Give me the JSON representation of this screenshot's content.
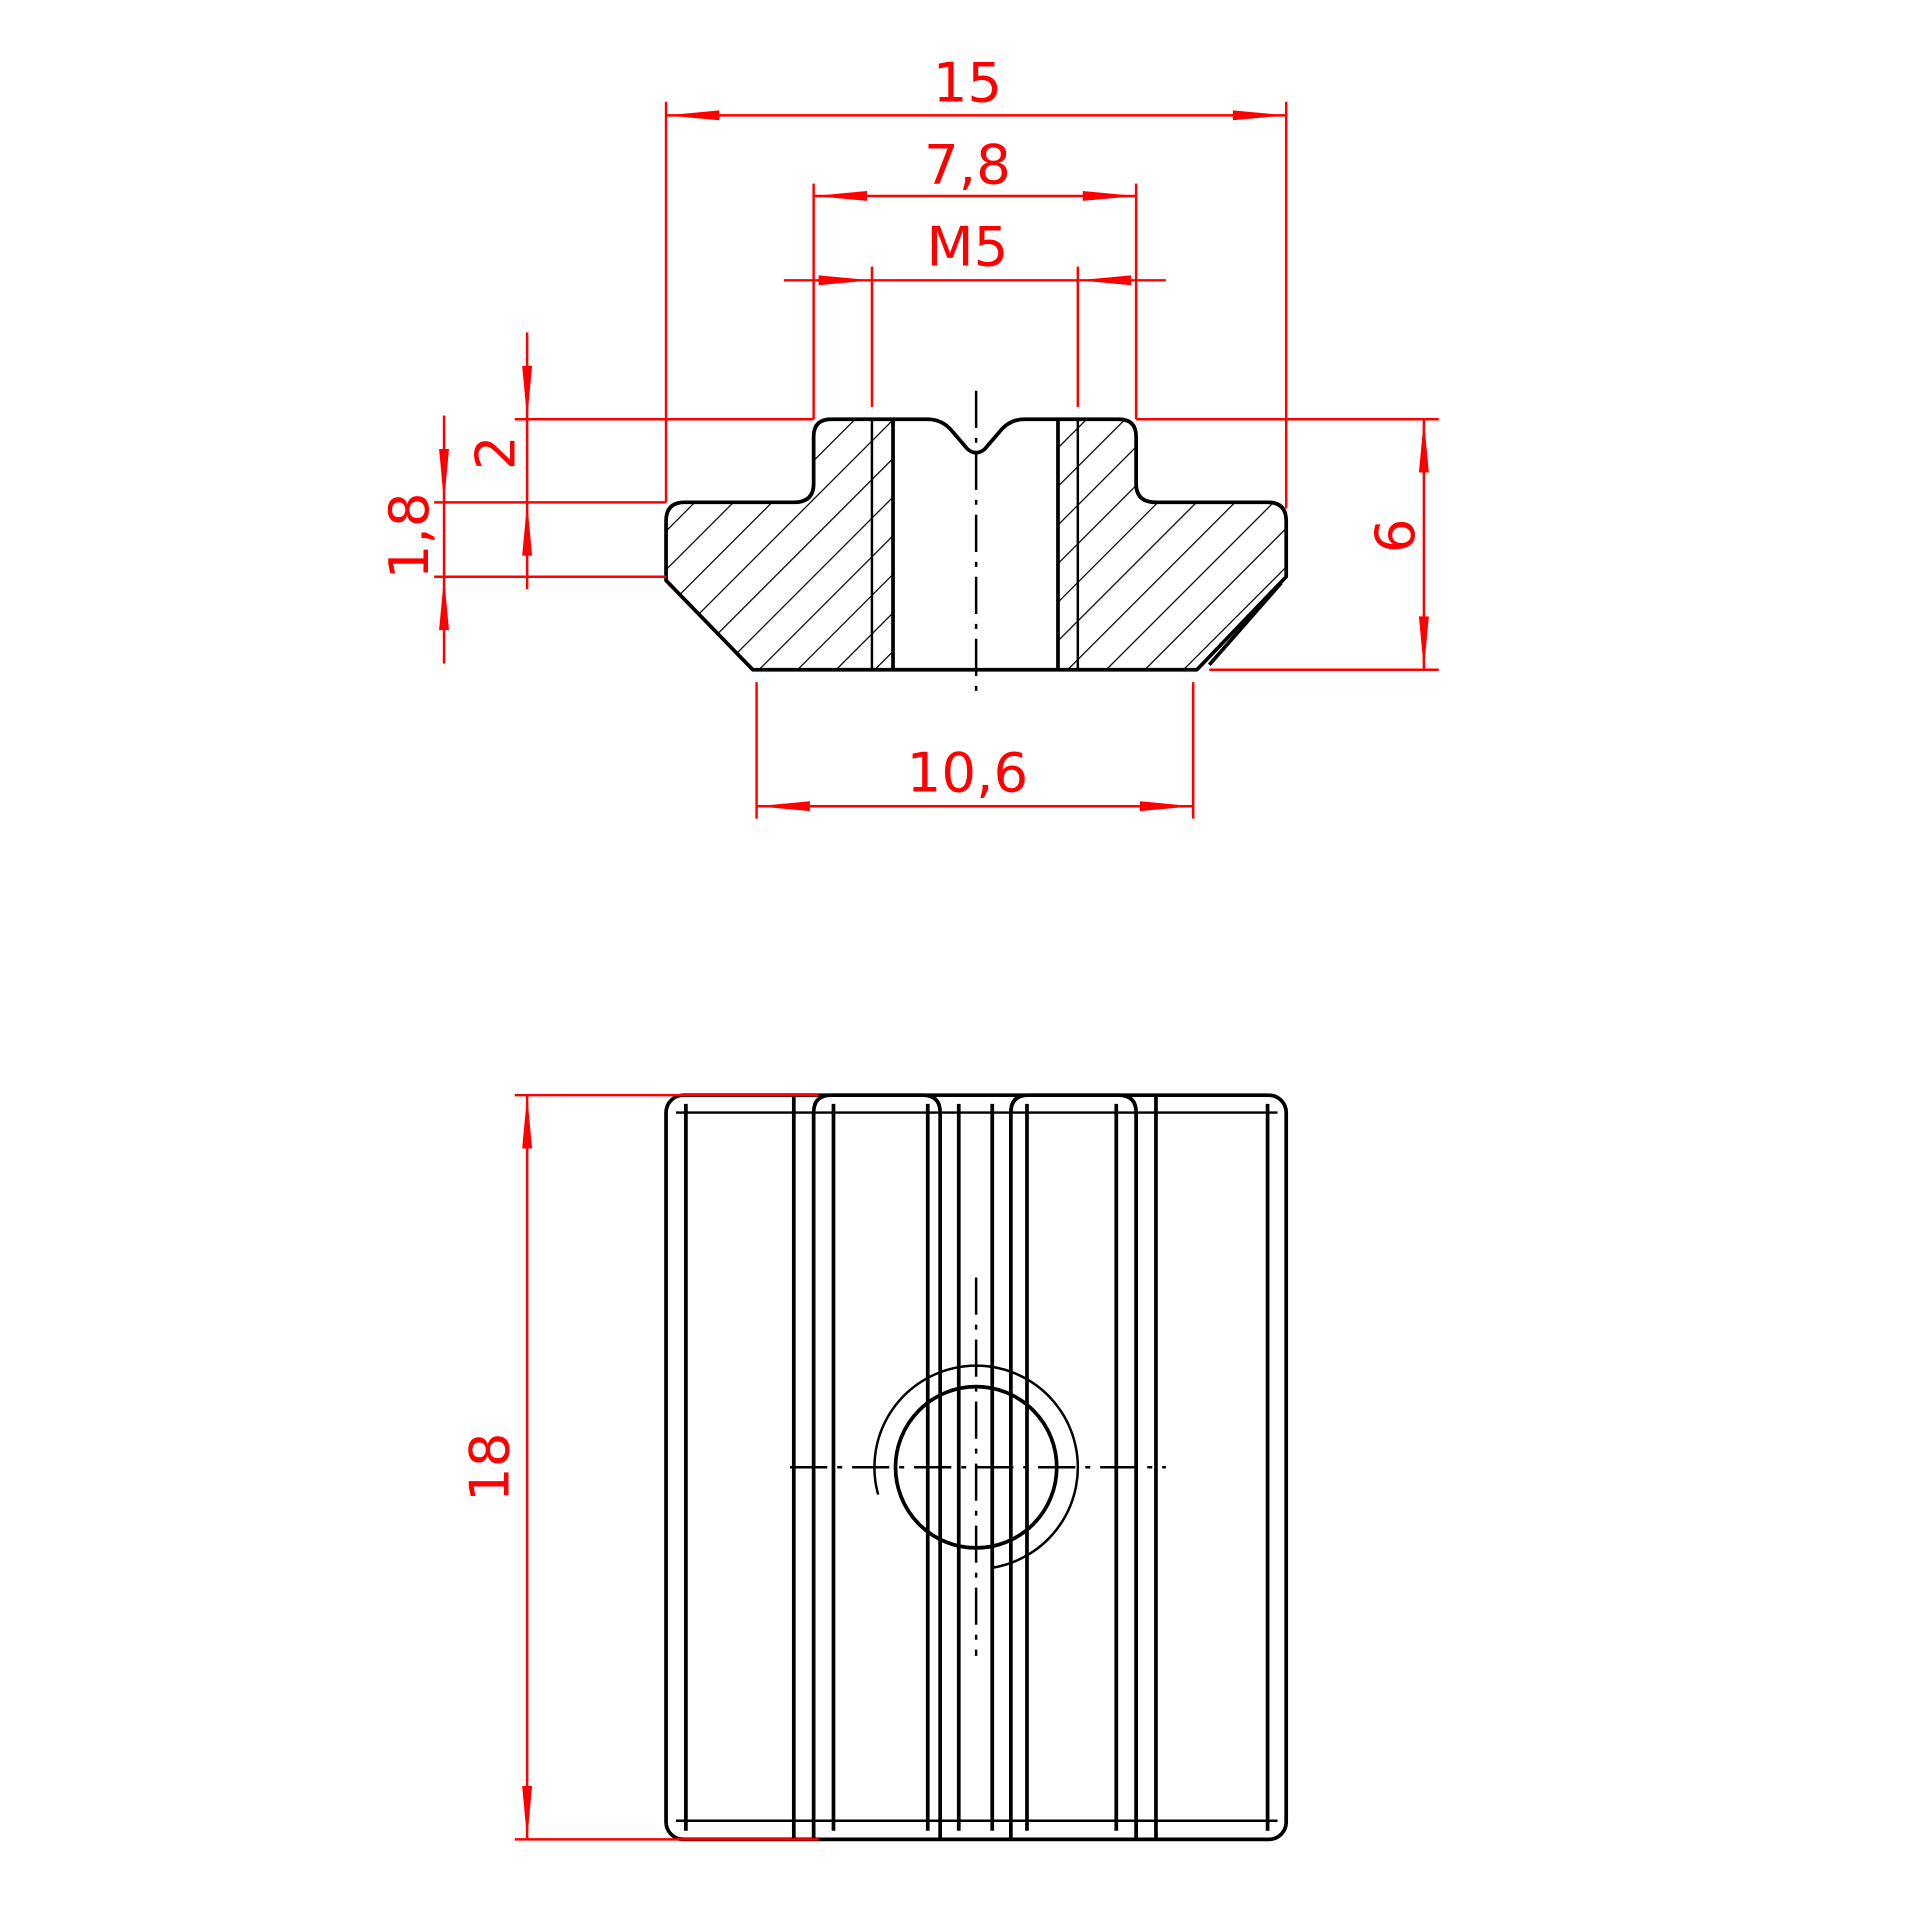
{
  "drawing": {
    "title": "T-slot nut M5 technical drawing",
    "colors": {
      "geometry": "#000000",
      "dimensions": "#ff0000"
    },
    "dimensions": {
      "overall_width": "15",
      "neck_width": "7,8",
      "thread": "M5",
      "neck_height": "2",
      "flange_height": "1,8",
      "total_height": "6",
      "bottom_width": "10,6",
      "length": "18"
    }
  }
}
